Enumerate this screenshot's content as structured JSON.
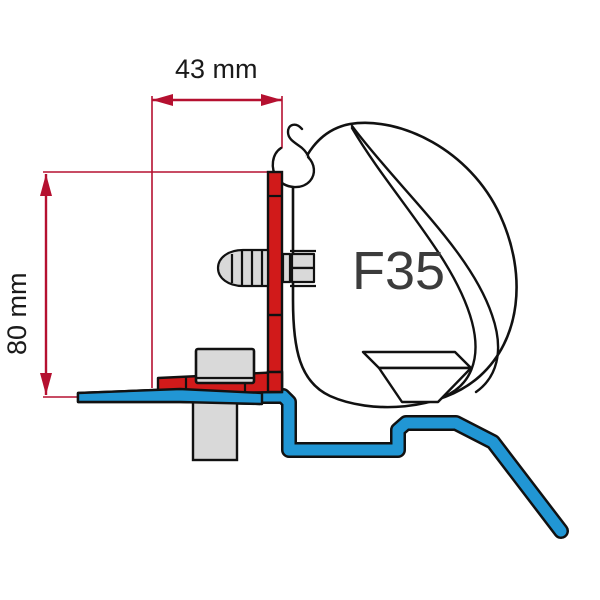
{
  "drawing": {
    "title": "Fiamma F35 awning adapter bracket technical drawing",
    "background_color": "#ffffff"
  },
  "dimensions": {
    "width_label": "43 mm",
    "height_label": "80 mm",
    "line_color": "#b51030",
    "text_color": "#1a1a1a"
  },
  "awning": {
    "model_label": "F35",
    "outline_color": "#111111",
    "label_color": "#3c3c3c"
  },
  "parts": {
    "bracket": {
      "name": "adapter-bracket",
      "color": "#d11a1a",
      "stroke": "#111111"
    },
    "roof_rail": {
      "name": "roof-rail-profile",
      "color": "#2196d4",
      "stroke": "#111111"
    },
    "fasteners": {
      "name": "bolt-hardware",
      "color": "#d9d9d9",
      "stroke": "#111111"
    }
  }
}
